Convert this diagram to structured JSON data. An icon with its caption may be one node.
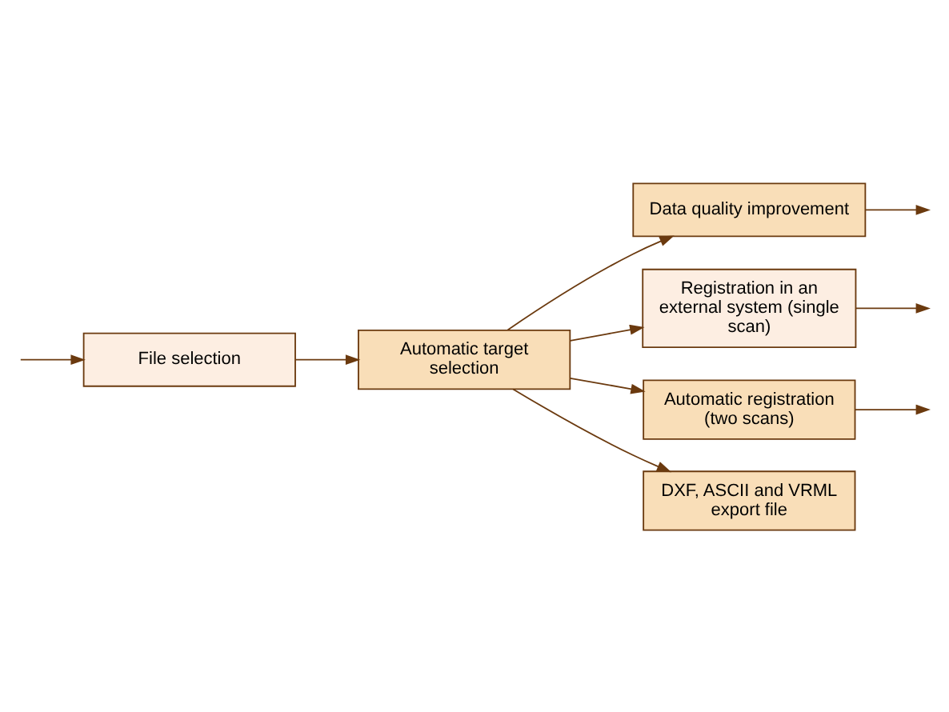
{
  "diagram": {
    "nodes": [
      {
        "text": [
          "File selection"
        ]
      },
      {
        "text": [
          "Automatic target selection"
        ]
      },
      {
        "text": [
          "Data quality improvement"
        ]
      },
      {
        "text": [
          "Registration in an external system (single scan)"
        ]
      },
      {
        "text": [
          "Automatic registration (two scans)"
        ]
      },
      {
        "text": [
          "DXF, ASCII and VRML export file"
        ]
      }
    ],
    "edges": [
      {
        "from": null,
        "to": 0,
        "arrow": "to"
      },
      {
        "from": 0,
        "to": 1,
        "arrow": "to"
      },
      {
        "from": 1,
        "to": 2,
        "arrow": "to"
      },
      {
        "from": 1,
        "to": 3,
        "arrow": "to"
      },
      {
        "from": 1,
        "to": 4,
        "arrow": "to"
      },
      {
        "from": 1,
        "to": 5,
        "arrow": "to"
      },
      {
        "from": 2,
        "to": null,
        "arrow": "to"
      },
      {
        "from": 3,
        "to": null,
        "arrow": "to"
      },
      {
        "from": 4,
        "to": null,
        "arrow": "to"
      }
    ]
  }
}
